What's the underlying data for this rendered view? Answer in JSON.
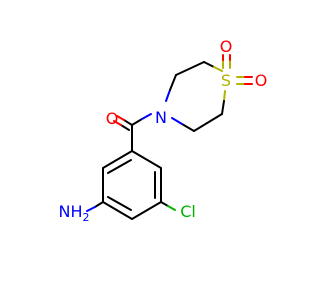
{
  "molecule": {
    "atoms": {
      "carbonyl_oxygen": "O",
      "amide_nitrogen": "N",
      "sulfur": "S",
      "sulfone_oxygen_top": "O",
      "sulfone_oxygen_right": "O",
      "chlorine": "Cl",
      "amine": "NH",
      "amine_h_count": "2"
    },
    "colors": {
      "carbon": "#000000",
      "oxygen": "#ff0000",
      "nitrogen": "#0000ff",
      "sulfur": "#b2b200",
      "chlorine": "#00b400"
    }
  }
}
